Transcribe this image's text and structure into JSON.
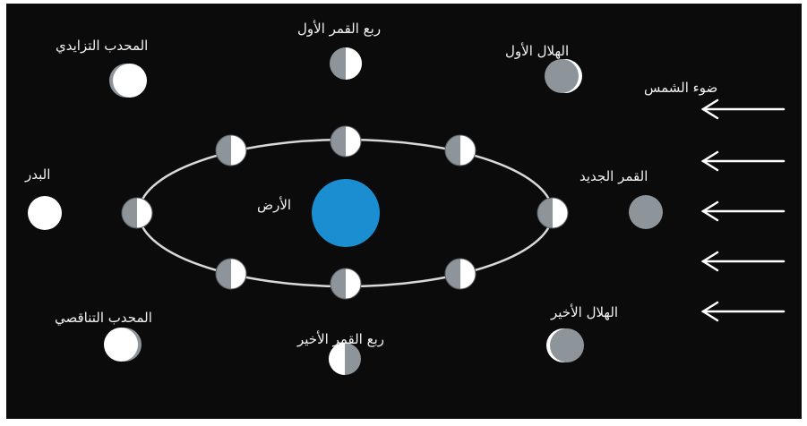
{
  "labels": {
    "waxing_gibbous": "المحدب التزايدي",
    "first_quarter": "ربع القمر الأول",
    "waxing_crescent": "الهلال الأول",
    "sunlight": "ضوء الشمس",
    "full_moon": "البدر",
    "earth": "الأرض",
    "new_moon": "القمر الجديد",
    "waning_gibbous": "المحدب التناقصي",
    "last_quarter": "ربع القمر الأخير",
    "waning_crescent": "الهلال الأخير"
  },
  "colors": {
    "background": "#0b0b0b",
    "earth": "#1b8ed1",
    "moon_lit": "#ffffff",
    "moon_dark": "#8d959b",
    "orbit": "#d9d9d9",
    "text": "#f2f2f2"
  }
}
